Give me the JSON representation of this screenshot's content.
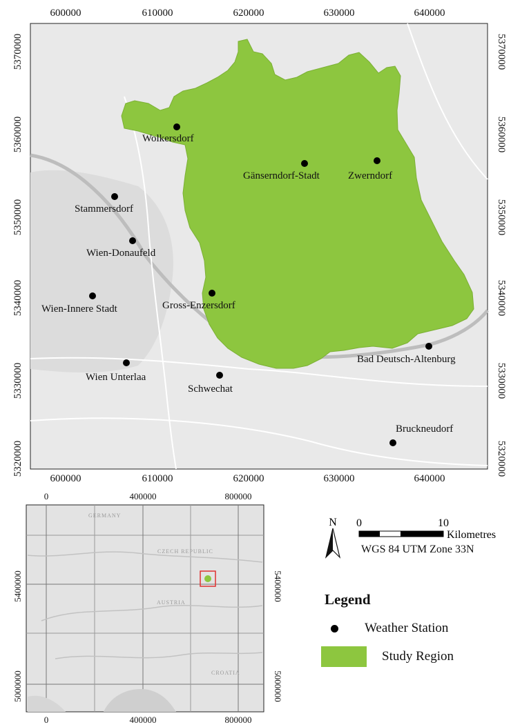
{
  "main_map": {
    "x_ticks": [
      "600000",
      "610000",
      "620000",
      "630000",
      "640000"
    ],
    "y_ticks": [
      "5370000",
      "5360000",
      "5350000",
      "5340000",
      "5330000",
      "5320000"
    ],
    "stations": [
      {
        "name": "Wolkersdorf"
      },
      {
        "name": "Gänserndorf-Stadt"
      },
      {
        "name": "Zwerndorf"
      },
      {
        "name": "Stammersdorf"
      },
      {
        "name": "Wien-Donaufeld"
      },
      {
        "name": "Wien-Innere Stadt"
      },
      {
        "name": "Gross-Enzersdorf"
      },
      {
        "name": "Bad Deutsch-Altenburg"
      },
      {
        "name": "Wien Unterlaa"
      },
      {
        "name": "Schwechat"
      },
      {
        "name": "Bruckneudorf"
      }
    ]
  },
  "inset_map": {
    "x_ticks": [
      "0",
      "400000",
      "800000"
    ],
    "y_ticks": [
      "5400000",
      "5000000"
    ],
    "faint_labels": [
      "GERMANY",
      "CZECH REPUBLIC",
      "AUSTRIA",
      "CROATIA"
    ]
  },
  "scale_bar": {
    "north_label": "N",
    "start_label": "0",
    "end_label": "10",
    "unit_label": "Kilometres",
    "crs_label": "WGS 84 UTM Zone 33N"
  },
  "legend": {
    "title": "Legend",
    "items": [
      {
        "label": "Weather Station",
        "symbol": "black-dot"
      },
      {
        "label": "Study Region",
        "symbol": "green-fill"
      }
    ]
  },
  "colors": {
    "study_region": "#8dc63f",
    "basemap": "#e9e9e9",
    "station": "#000000",
    "inset_highlight": "#e03030"
  }
}
